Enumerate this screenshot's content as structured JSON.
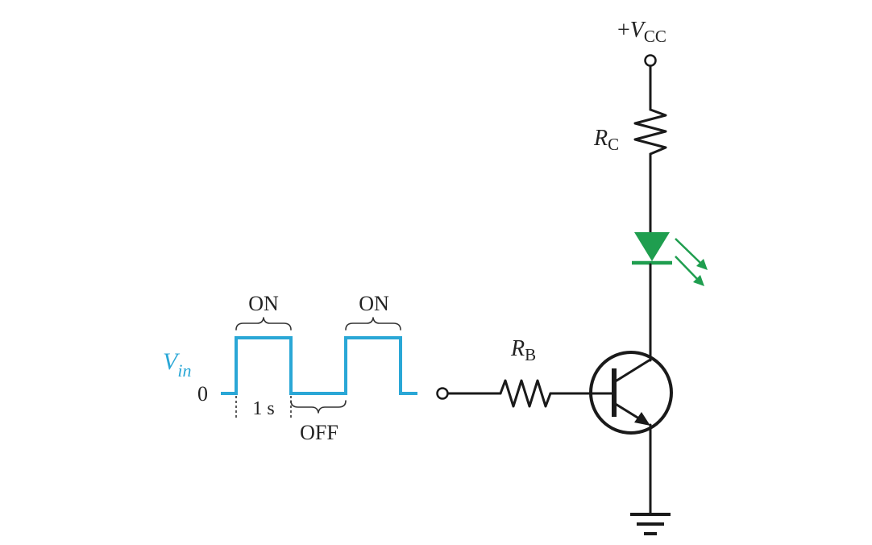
{
  "labels": {
    "vcc_sign": "+",
    "vcc_main": "V",
    "vcc_sub": "CC",
    "rc_main": "R",
    "rc_sub": "C",
    "rb_main": "R",
    "rb_sub": "B",
    "vin_main": "V",
    "vin_sub": "in",
    "zero": "0",
    "on1": "ON",
    "on2": "ON",
    "off": "OFF",
    "period": "1 s"
  },
  "colors": {
    "signal": "#2aa7d6",
    "led": "#1f9e4f",
    "wire": "#1a1a1a"
  }
}
